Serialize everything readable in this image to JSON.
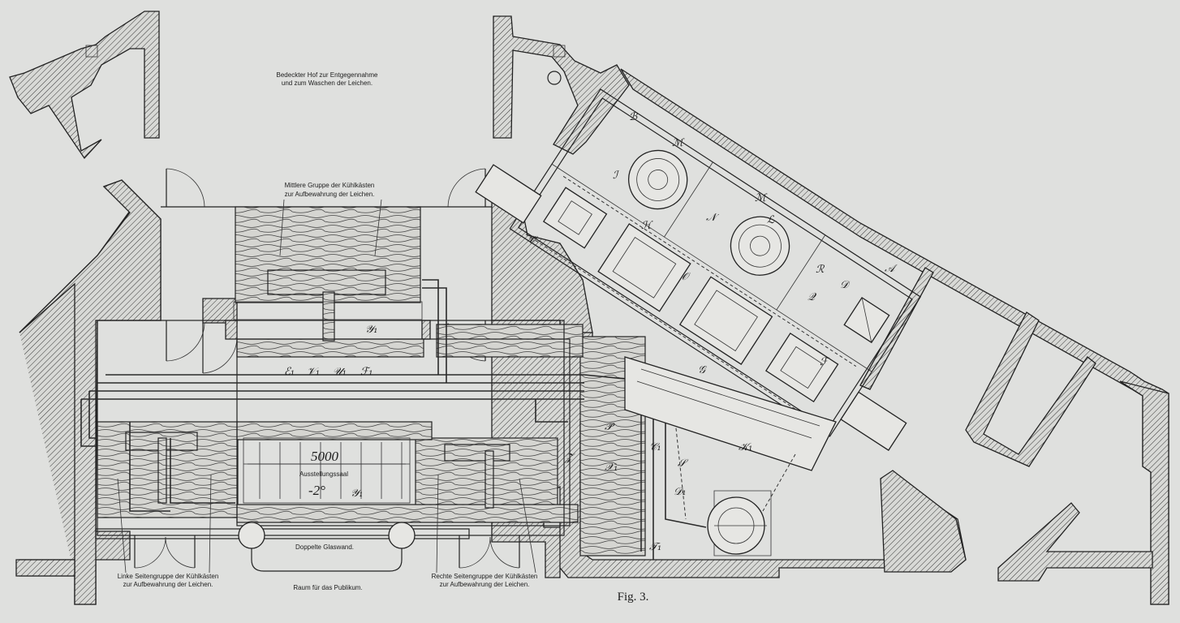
{
  "drawing": {
    "labels": {
      "courtyard": [
        "Bedeckter Hof zur Entgegennahme",
        "und zum Waschen der Leichen."
      ],
      "middle_group": [
        "Mittlere Gruppe der Kühlkästen",
        "zur Aufbewahrung der Leichen."
      ],
      "hall": "Ausstellungssaal",
      "glass_wall": "Doppelte Glaswand.",
      "public_room": "Raum für das Publikum.",
      "left_group": [
        "Linke Seitengruppe der Kühlkästen",
        "zur Aufbewahrung der Leichen."
      ],
      "right_group": [
        "Rechte Seitengruppe der Kühlkästen",
        "zur Aufbewahrung der Leichen."
      ],
      "figure": "Fig. 3."
    },
    "dimensions": {
      "length": "5000",
      "temperature": "-2°"
    },
    "plan_letters": {
      "y_top": "𝒴₁",
      "y_bottom": "𝒴₁",
      "e": "ℰ₁",
      "v": "𝒱₁",
      "u": "𝒰₁",
      "f": "ℱ₁",
      "z": "𝒵",
      "x": "𝒳₁",
      "k": "𝒦₁",
      "p": "𝒫",
      "c1": "𝒞₁",
      "s": "𝒮",
      "d": "𝒟₁",
      "t": "𝒯₁",
      "b": "ℬ",
      "m1": "ℳ",
      "m2": "ℳ",
      "a": "𝒜",
      "n": "𝒩",
      "r": "ℛ",
      "o": "𝒪",
      "g": "𝒢",
      "h": "ℋ",
      "f2": "ℱ",
      "c2": "𝒞",
      "l": "ℒ",
      "i": "ℐ",
      "q": "𝒬",
      "d2": "𝒟"
    }
  },
  "colors": {
    "paper": "#dfe0de",
    "ink": "#1c1c1c"
  }
}
